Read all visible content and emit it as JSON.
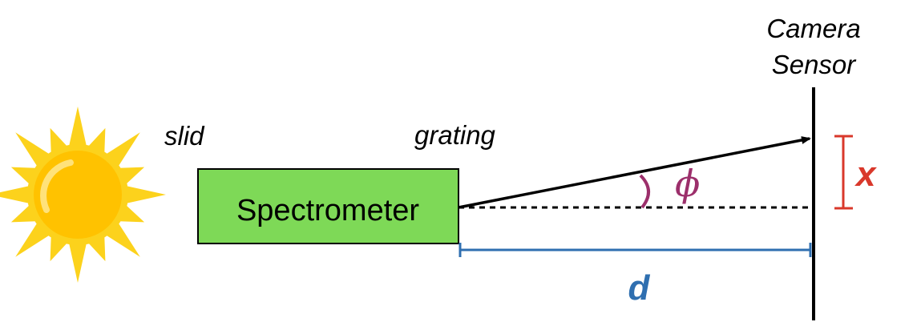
{
  "labels": {
    "slid": "slid",
    "grating": "grating",
    "camera_line1": "Camera",
    "camera_line2": "Sensor",
    "spectrometer": "Spectrometer",
    "phi": "ϕ",
    "x": "x",
    "d": "d"
  },
  "icons": {
    "light_source": "sun-icon"
  },
  "colors": {
    "spectrometer_fill": "#7ed957",
    "sun_outer": "#fcd21c",
    "sun_inner": "#ffc200",
    "phi": "#9c2f6b",
    "x_marker": "#d9382b",
    "d_marker": "#2f6fb0",
    "lines": "#000000"
  }
}
